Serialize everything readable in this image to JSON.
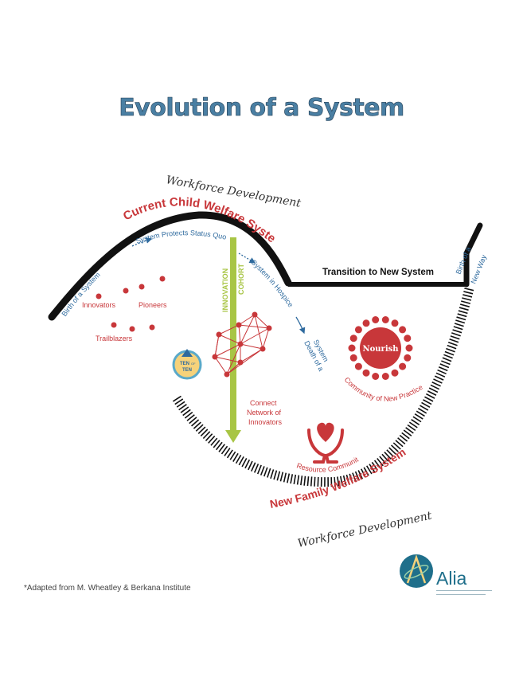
{
  "title": "Evolution of a System",
  "labels": {
    "handwritten_top": "Workforce Development",
    "current_system": "Current Child Welfare System",
    "birth_of_system": "Birth of a System",
    "protects_status_quo": "System Protects Status Quo",
    "hospice": "System in Hospice",
    "death_line1": "Death of a",
    "death_line2": "System",
    "innovation_cohort_line1": "INNOVATION",
    "innovation_cohort_line2": "COHORT",
    "transition": "Transition to New System",
    "birth_new_way_line1": "Birth of a",
    "birth_new_way_line2": "New Way",
    "innovators": "Innovators",
    "pioneers": "Pioneers",
    "trailblazers": "Trailblazers",
    "connect_line1": "Connect",
    "connect_line2": "Network of",
    "connect_line3": "Innovators",
    "nourish": "Nourish",
    "community_practice": "Community of New Practice",
    "resource_community": "Resource Community",
    "new_system": "New Family Welfare System",
    "handwritten_bottom": "Workforce Development",
    "ten_line1": "TEN",
    "ten_of": "OF",
    "ten_line2": "TEN"
  },
  "footnote": "*Adapted from M. Wheatley & Berkana Institute",
  "logo_text": "Alia",
  "colors": {
    "title": "#4a7fa3",
    "red": "#c8373a",
    "blue": "#2e6a9e",
    "green": "#a8c545",
    "black": "#111111",
    "logo": "#1f6f8b"
  }
}
